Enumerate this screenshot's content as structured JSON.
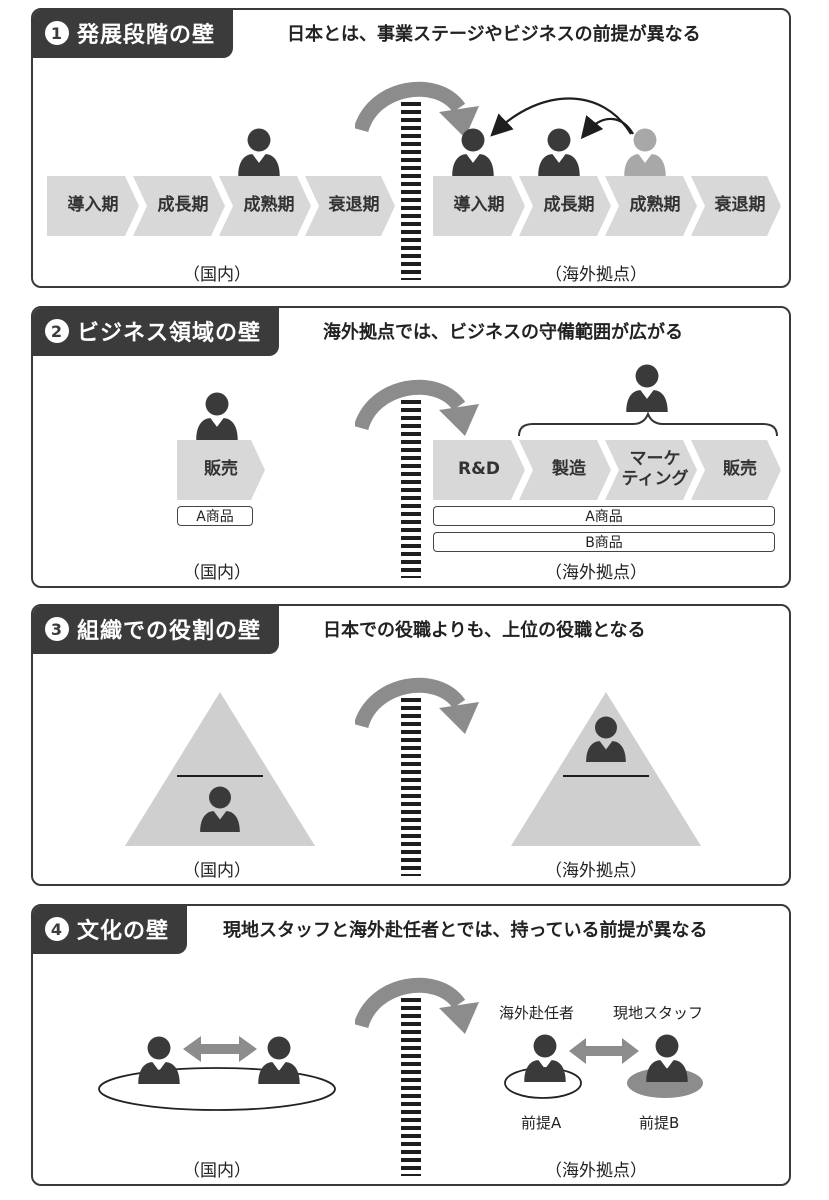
{
  "panels": [
    {
      "num": "1",
      "title": "発展段階の壁",
      "subtitle": "日本とは、事業ステージやビジネスの前提が異なる",
      "domestic_stages": [
        "導入期",
        "成長期",
        "成熟期",
        "衰退期"
      ],
      "overseas_stages": [
        "導入期",
        "成長期",
        "成熟期",
        "衰退期"
      ],
      "domestic_caption": "（国内）",
      "overseas_caption": "（海外拠点）"
    },
    {
      "num": "2",
      "title": "ビジネス領域の壁",
      "subtitle": "海外拠点では、ビジネスの守備範囲が広がる",
      "domestic_stage": "販売",
      "domestic_product": "A商品",
      "overseas_stages": [
        "R&D",
        "製造",
        "マーケ\nティング",
        "販売"
      ],
      "overseas_products": [
        "A商品",
        "B商品"
      ],
      "domestic_caption": "（国内）",
      "overseas_caption": "（海外拠点）"
    },
    {
      "num": "3",
      "title": "組織での役割の壁",
      "subtitle": "日本での役職よりも、上位の役職となる",
      "domestic_caption": "（国内）",
      "overseas_caption": "（海外拠点）"
    },
    {
      "num": "4",
      "title": "文化の壁",
      "subtitle": "現地スタッフと海外赴任者とでは、持っている前提が異なる",
      "expat_label": "海外赴任者",
      "local_label": "現地スタッフ",
      "premise_a": "前提A",
      "premise_b": "前提B",
      "domestic_caption": "（国内）",
      "overseas_caption": "（海外拠点）"
    }
  ],
  "colors": {
    "dark": "#3b3b3b",
    "person_dark": "#3a3a3a",
    "person_light": "#a8a8a8",
    "stage_fill": "#d8d8d8",
    "triangle_fill": "#cfcfcf",
    "arrow_gray": "#8c8c8c"
  }
}
